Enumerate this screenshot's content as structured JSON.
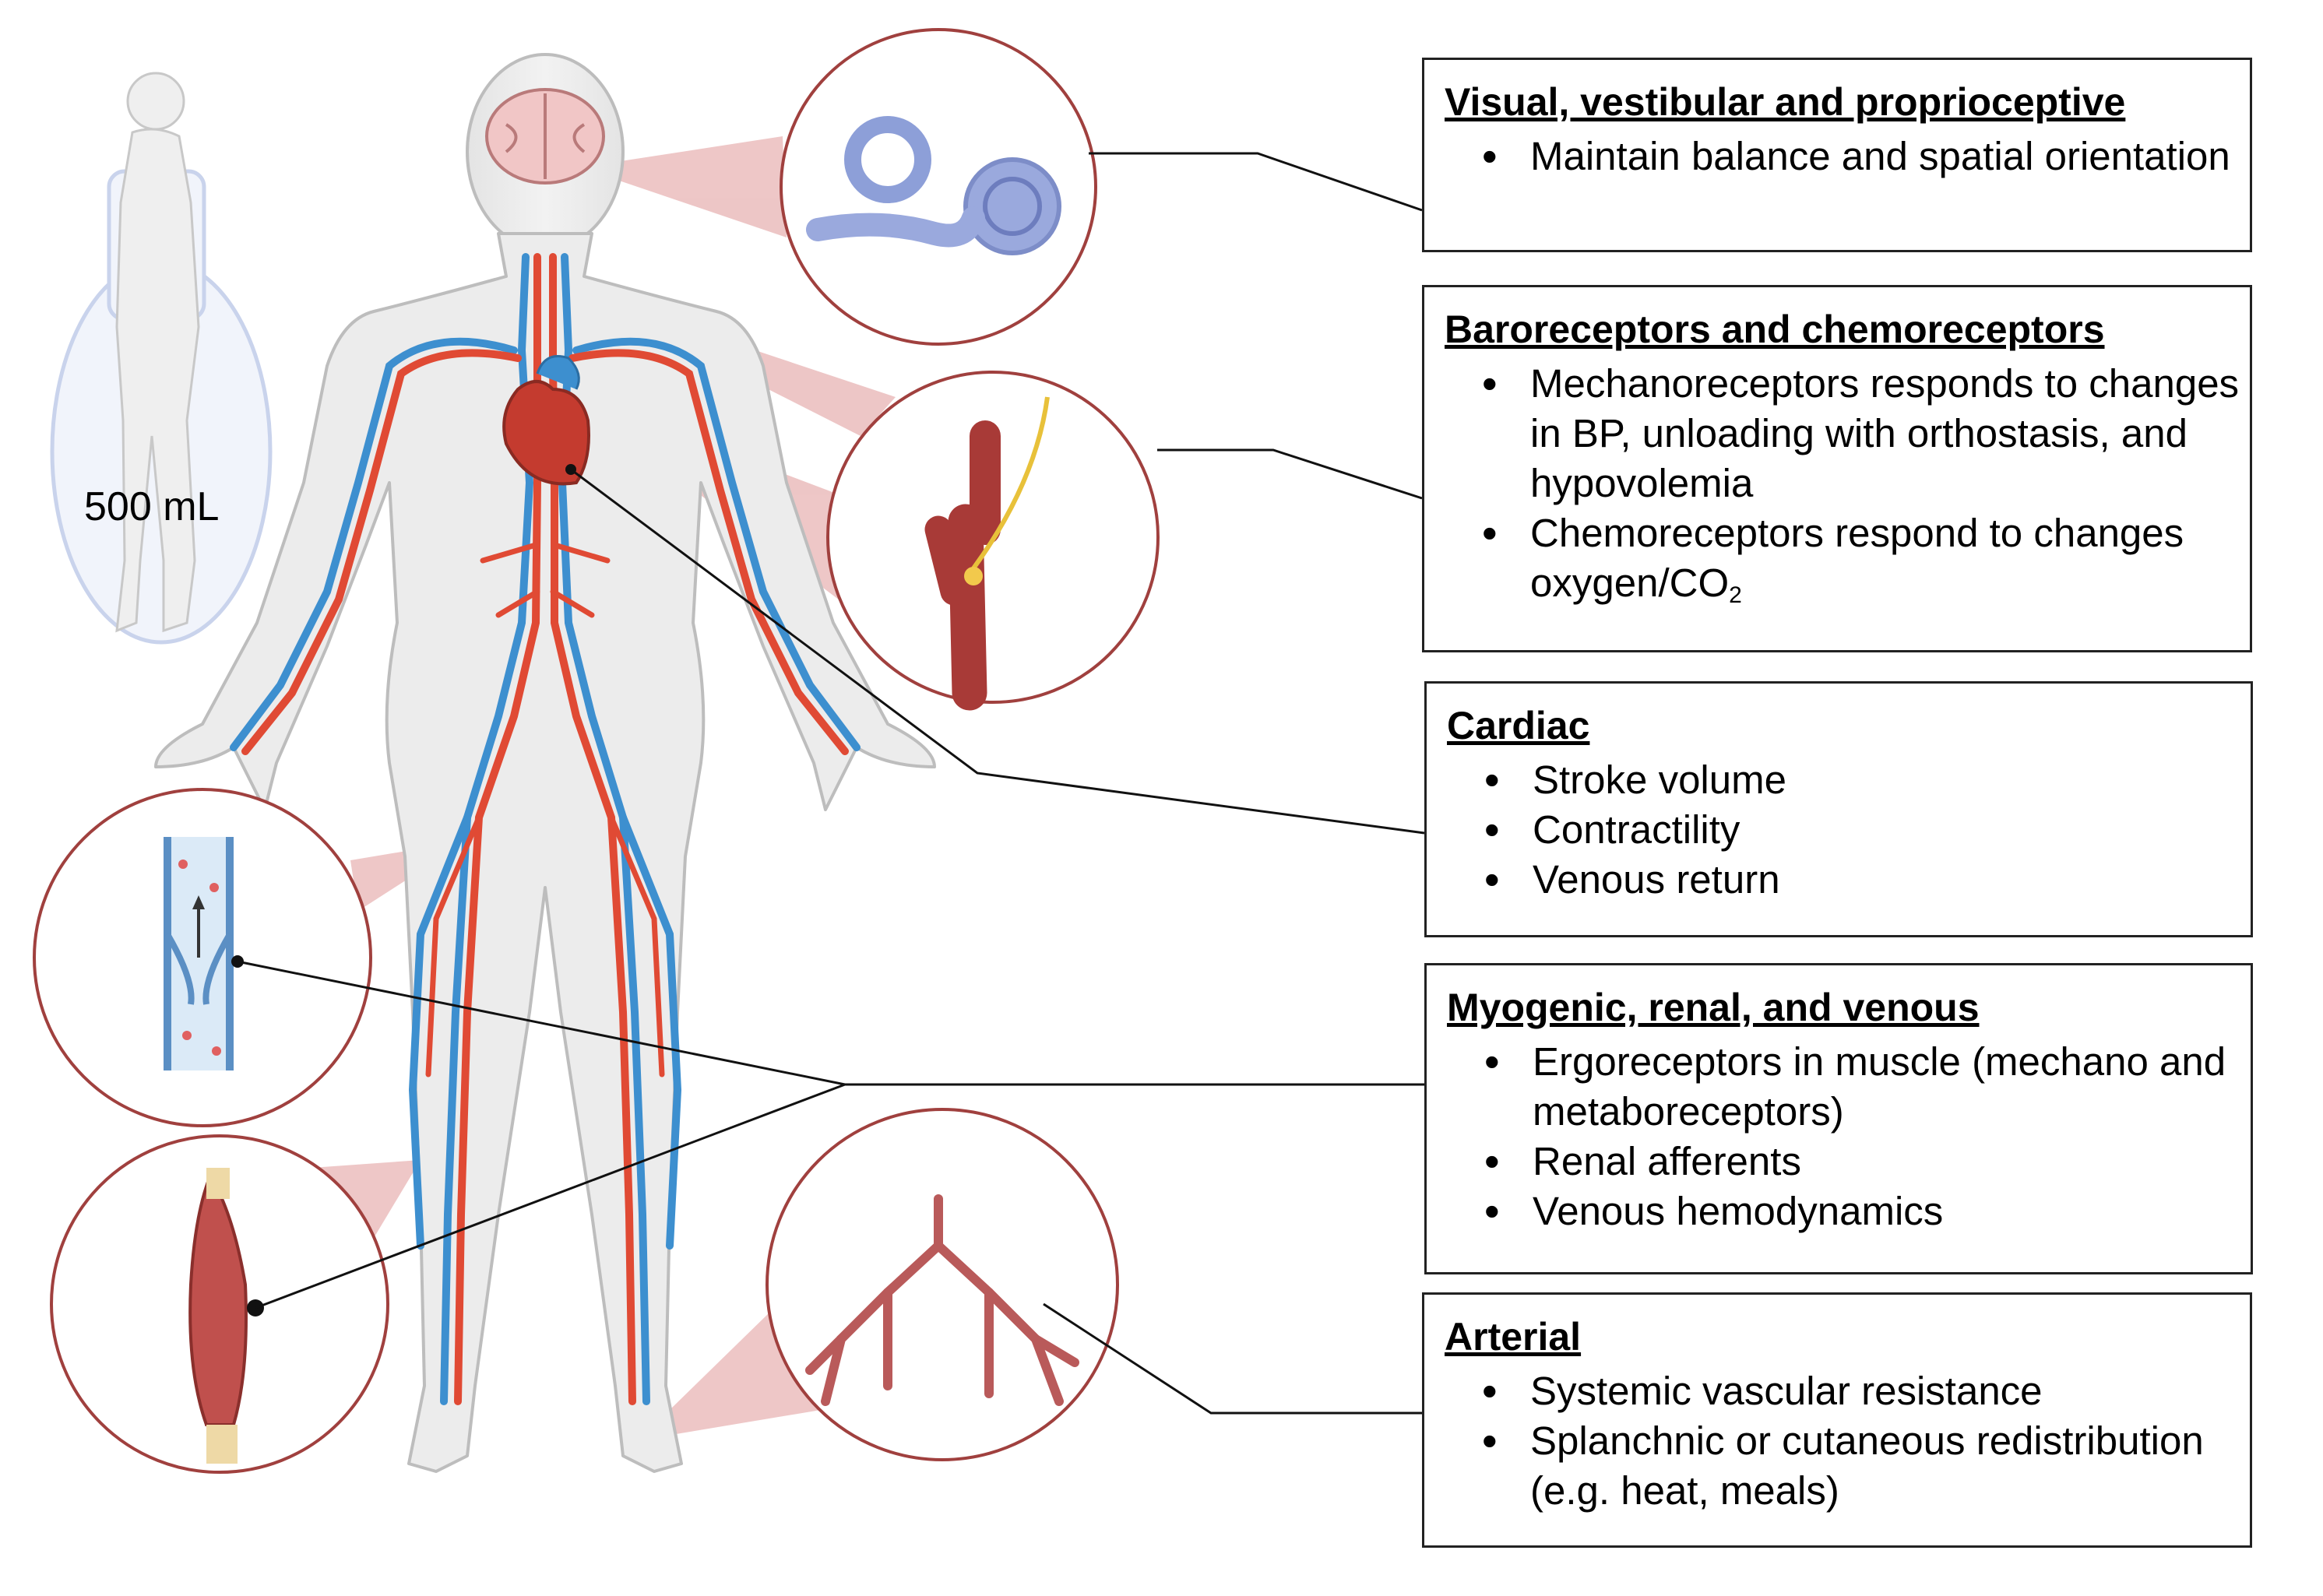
{
  "volume_label": "500 mL",
  "boxes": {
    "visual": {
      "title": "Visual, vestibular and proprioceptive",
      "items": [
        "Maintain balance and spatial orientation"
      ]
    },
    "baro": {
      "title": "Baroreceptors and chemoreceptors",
      "items": [
        "Mechanoreceptors responds to changes in BP, unloading with orthostasis, and hypovolemia"
      ],
      "chemo_text": "Chemoreceptors respond to changes oxygen/CO",
      "chemo_sub": "2"
    },
    "cardiac": {
      "title": "Cardiac",
      "items": [
        "Stroke volume",
        "Contractility",
        "Venous return"
      ]
    },
    "myo": {
      "title": "Myogenic, renal, and venous",
      "items": [
        "Ergoreceptors in muscle (mechano and metaboreceptors)",
        "Renal afferents",
        "Venous hemodynamics"
      ]
    },
    "arterial": {
      "title": "Arterial",
      "items": [
        "Systemic vascular resistance",
        "Splanchnic or cutaneous redistribution (e.g. heat, meals)"
      ]
    }
  },
  "colors": {
    "artery": "#e04a34",
    "vein": "#3d8fcf",
    "callout_fill": "#e8b4b4",
    "circle_stroke": "#a0403e",
    "body_fill": "#ececec",
    "body_stroke": "#bdbdbd"
  }
}
